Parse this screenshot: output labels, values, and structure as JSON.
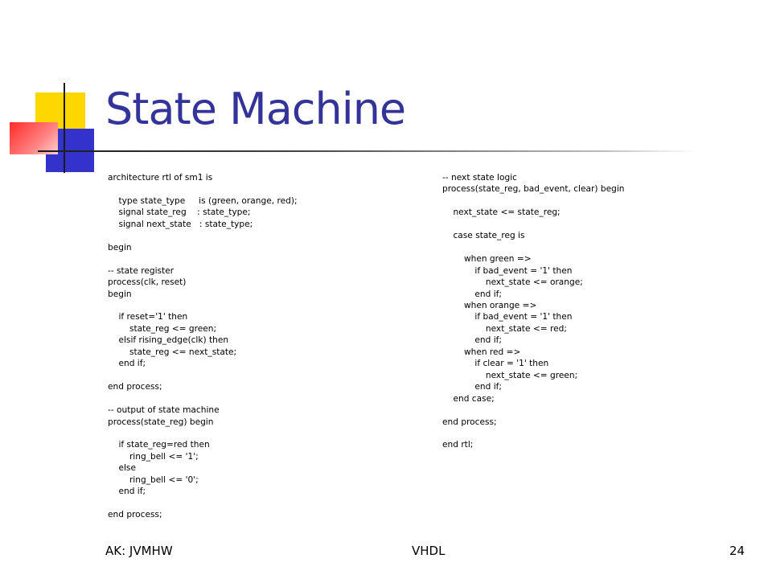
{
  "slide": {
    "title": "State Machine",
    "code_left": "architecture rtl of sm1 is\n\n    type state_type     is (green, orange, red);\n    signal state_reg    : state_type;\n    signal next_state   : state_type;\n\nbegin\n\n-- state register\nprocess(clk, reset)\nbegin\n\n    if reset='1' then\n        state_reg <= green;\n    elsif rising_edge(clk) then\n        state_reg <= next_state;\n    end if;\n\nend process;\n\n-- output of state machine\nprocess(state_reg) begin\n\n    if state_reg=red then\n        ring_bell <= '1';\n    else\n        ring_bell <= '0';\n    end if;\n\nend process;",
    "code_right": "-- next state logic\nprocess(state_reg, bad_event, clear) begin\n\n    next_state <= state_reg;\n\n    case state_reg is\n\n        when green =>\n            if bad_event = '1' then\n                next_state <= orange;\n            end if;\n        when orange =>\n            if bad_event = '1' then\n                next_state <= red;\n            end if;\n        when red =>\n            if clear = '1' then\n                next_state <= green;\n            end if;\n    end case;\n\nend process;\n\nend rtl;"
  },
  "footer": {
    "left": "AK: JVMHW",
    "center": "VHDL",
    "page_number": "24"
  },
  "colors": {
    "title": "#333399",
    "deco_yellow": "#ffd700",
    "deco_blue": "#3333cc",
    "deco_red": "#ff2a2a"
  }
}
